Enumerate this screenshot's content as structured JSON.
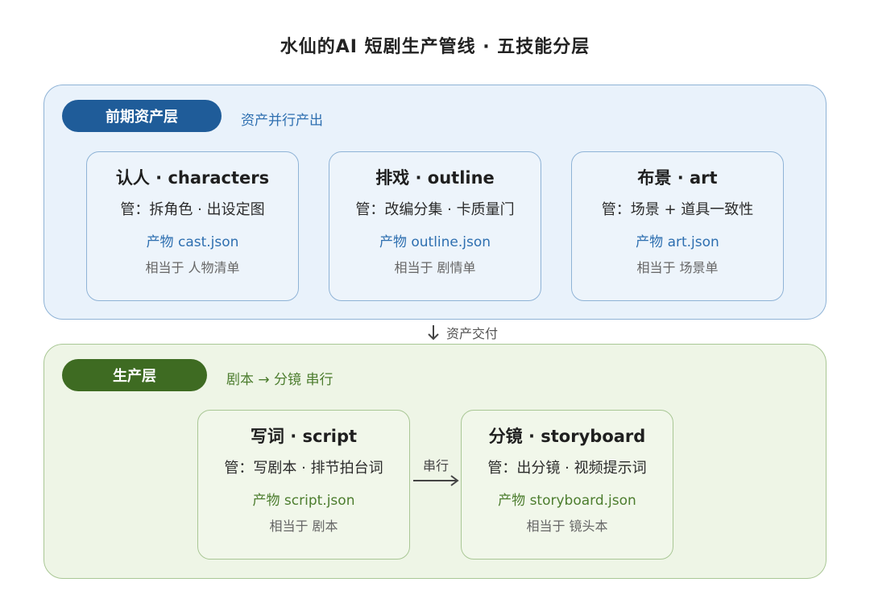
{
  "title": "水仙的AI 短剧生产管线 · 五技能分层",
  "pre_layer": {
    "badge": "前期资产层",
    "subtitle": "资产并行产出",
    "cards": [
      {
        "title": "认人 · characters",
        "role": "管：拆角色 · 出设定图",
        "output": "产物 cast.json",
        "equivalent": "相当于 人物清单"
      },
      {
        "title": "排戏 · outline",
        "role": "管：改编分集 · 卡质量门",
        "output": "产物 outline.json",
        "equivalent": "相当于 剧情单"
      },
      {
        "title": "布景 · art",
        "role": "管：场景 + 道具一致性",
        "output": "产物 art.json",
        "equivalent": "相当于 场景单"
      }
    ]
  },
  "handoff_label": "资产交付",
  "production_layer": {
    "badge": "生产层",
    "subtitle": "剧本 → 分镜 串行",
    "connector_label": "串行",
    "cards": [
      {
        "title": "写词 · script",
        "role": "管：写剧本 · 排节拍台词",
        "output": "产物 script.json",
        "equivalent": "相当于 剧本"
      },
      {
        "title": "分镜 · storyboard",
        "role": "管：出分镜 · 视频提示词",
        "output": "产物 storyboard.json",
        "equivalent": "相当于 镜头本"
      }
    ]
  },
  "colors": {
    "pre_badge": "#1f5c99",
    "pre_bg": "#e9f2fb",
    "pre_accent": "#2e6fb0",
    "prod_badge": "#3e6b22",
    "prod_bg": "#eef5e6",
    "prod_accent": "#4c7d2e"
  }
}
